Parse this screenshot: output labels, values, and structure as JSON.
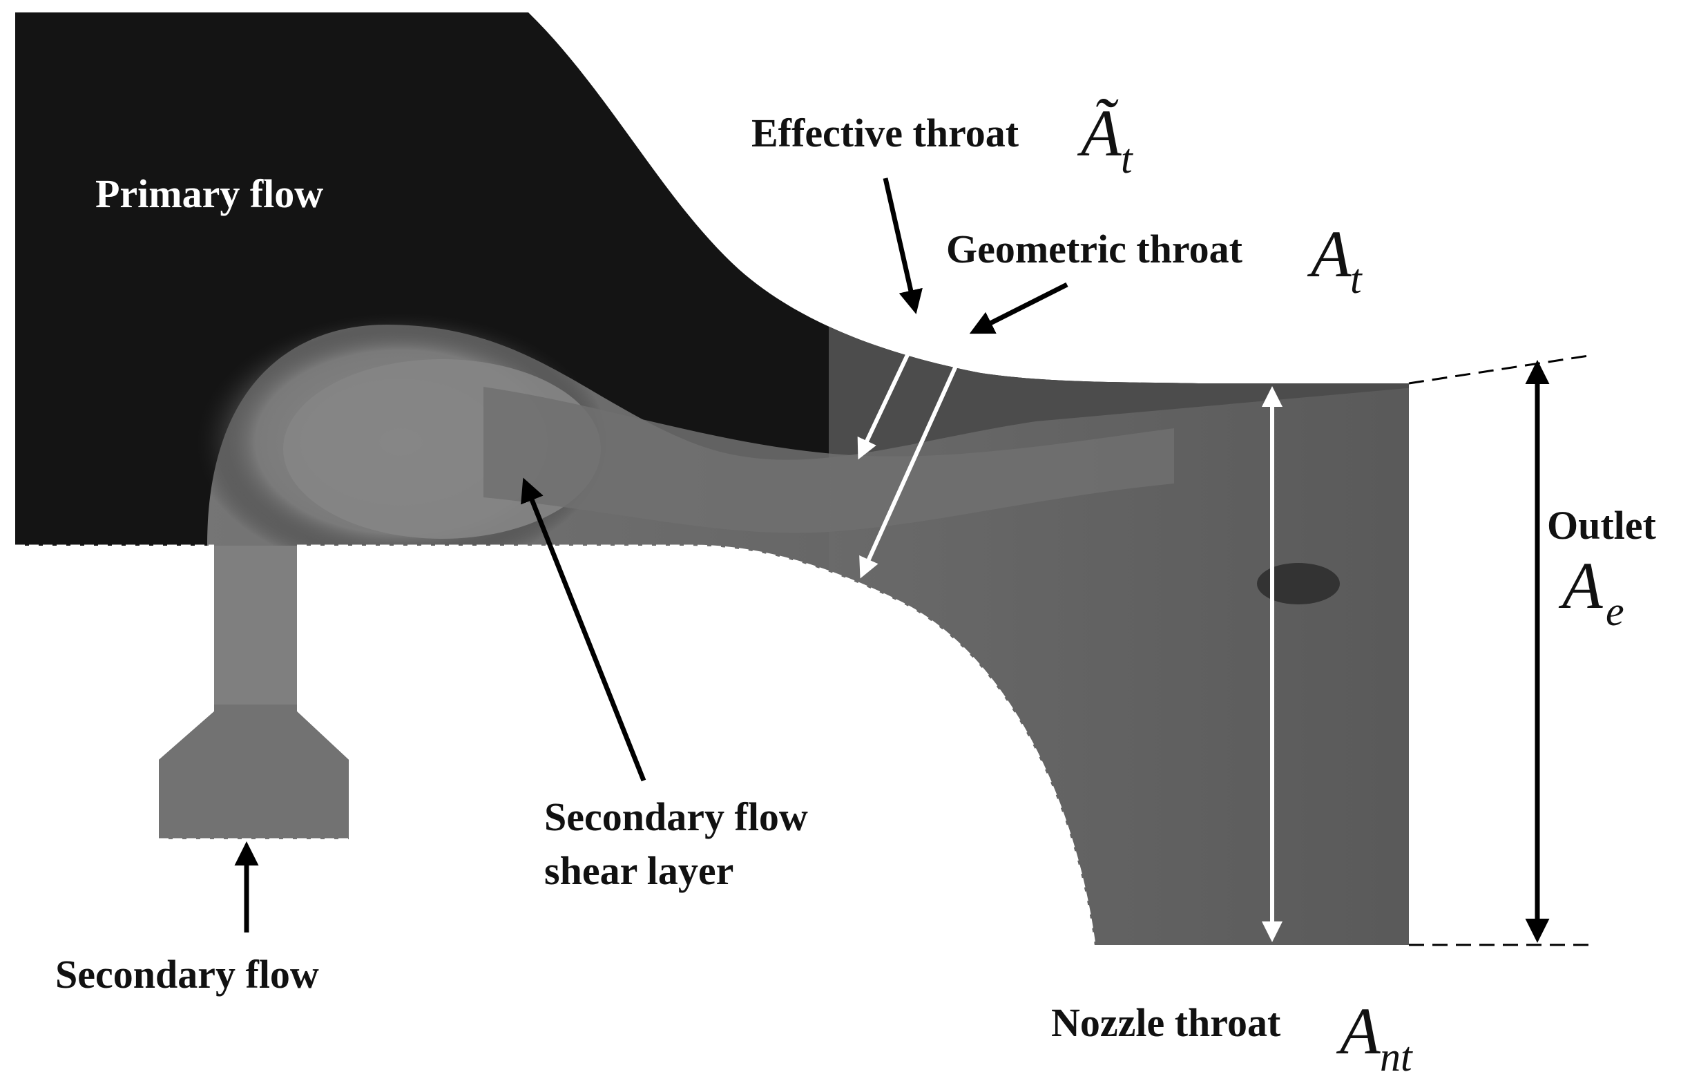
{
  "labels": {
    "primary_flow": "Primary flow",
    "effective_throat": "Effective throat",
    "effective_throat_symbol": "Ã",
    "effective_throat_subscript": "t",
    "geometric_throat": "Geometric throat",
    "geometric_throat_symbol": "A",
    "geometric_throat_subscript": "t",
    "outlet": "Outlet",
    "outlet_symbol": "A",
    "outlet_subscript": "e",
    "secondary_shear_line1": "Secondary flow",
    "secondary_shear_line2": "shear layer",
    "secondary_flow": "Secondary flow",
    "nozzle_throat": "Nozzle throat",
    "nozzle_throat_symbol": "A",
    "nozzle_throat_subscript": "nt"
  },
  "colors": {
    "primary_fill": "#141414",
    "secondary_fill": "#777777",
    "shear_fill": "#8a8a8a",
    "outlet_fill": "#595959",
    "arrow_white": "#ffffff",
    "arrow_black": "#000000"
  }
}
